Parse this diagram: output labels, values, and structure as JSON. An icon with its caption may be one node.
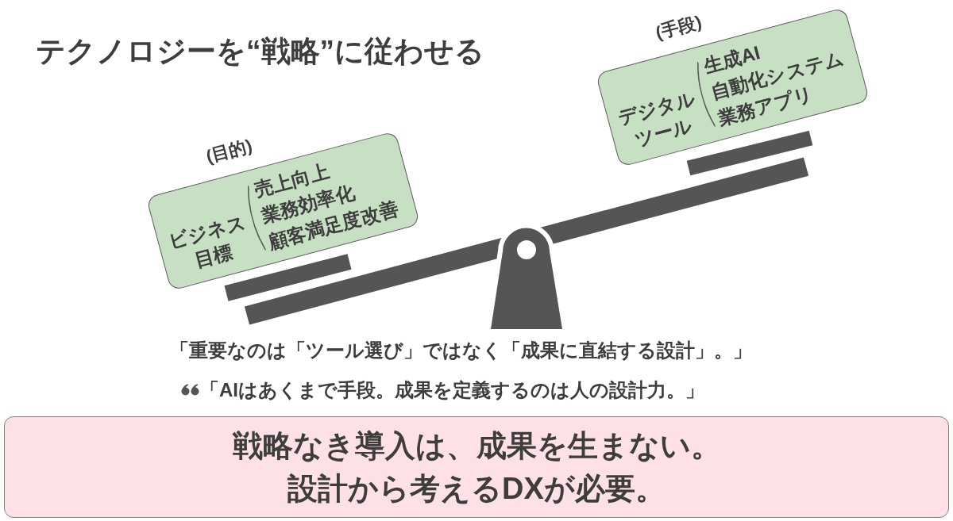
{
  "diagram": {
    "title": "テクノロジーを“戦略”に従わせる",
    "nodes": [
      {
        "text": [
          "(目的)",
          "ビジネス目標",
          "売上向上",
          "業務効率化",
          "顧客満足度改善"
        ]
      },
      {
        "text": [
          "(手段)",
          "デジタルツール",
          "生成AI",
          "自動化システム",
          "業務アプリ"
        ]
      },
      {
        "text": [
          "戦略なき導入は、成果を生まない。",
          "設計から考えるDXが必要。"
        ]
      }
    ],
    "labels": [
      "「重要なのは「ツール選び」ではなく「成果に直結する設計」。」",
      "「AIはあくまで手段。成果を定義するのは人の設計力。」"
    ]
  }
}
